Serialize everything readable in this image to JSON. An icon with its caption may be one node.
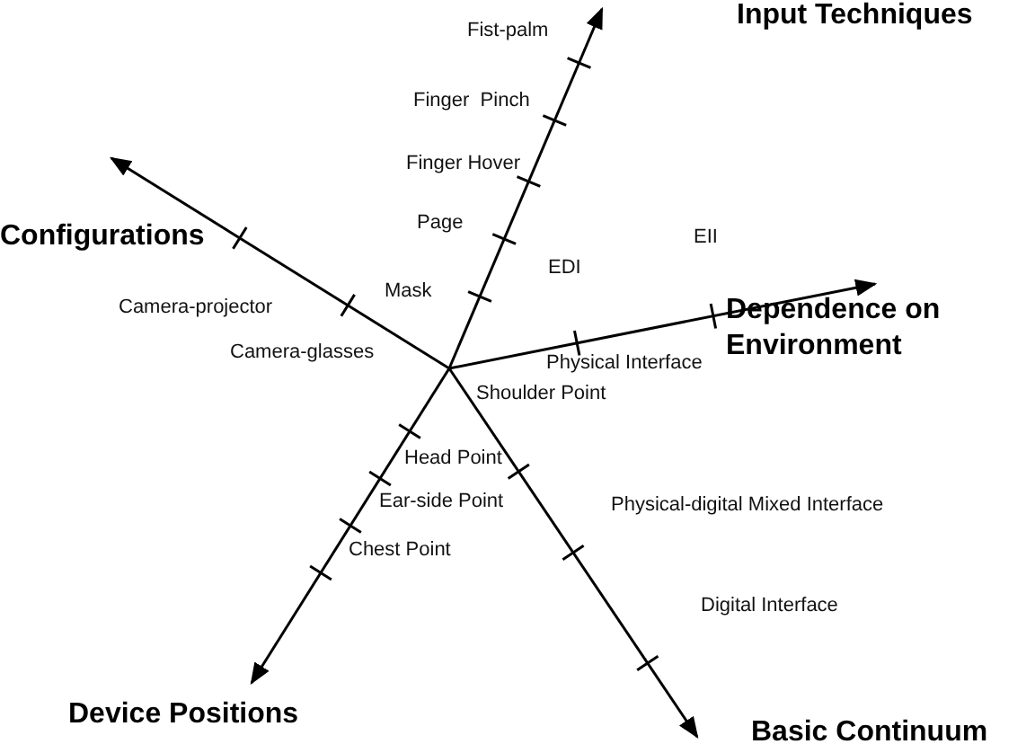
{
  "diagram": {
    "nodes": [
      {
        "text": [
          "Input Techniques"
        ]
      },
      {
        "text": [
          "Configurations"
        ]
      },
      {
        "text": [
          "Dependence on Environment"
        ]
      },
      {
        "text": [
          "Device Positions"
        ]
      },
      {
        "text": [
          "Basic Continuum"
        ]
      }
    ],
    "edges": [
      {
        "from": null,
        "to": 0,
        "arrow": "to"
      },
      {
        "from": null,
        "to": 1,
        "arrow": "to"
      },
      {
        "from": null,
        "to": 2,
        "arrow": "to"
      },
      {
        "from": null,
        "to": 3,
        "arrow": "to"
      },
      {
        "from": null,
        "to": 4,
        "arrow": "to"
      }
    ],
    "labels": [
      "Fist-palm",
      "Finger  Pinch",
      "Finger Hover",
      "Page",
      "Mask",
      "EDI",
      "EII",
      "Camera-projector",
      "Camera-glasses",
      "Physical Interface",
      "Shoulder Point",
      "Head Point",
      "Physical-digital Mixed Interface",
      "Ear-side Point",
      "Chest Point",
      "Digital Interface"
    ]
  }
}
